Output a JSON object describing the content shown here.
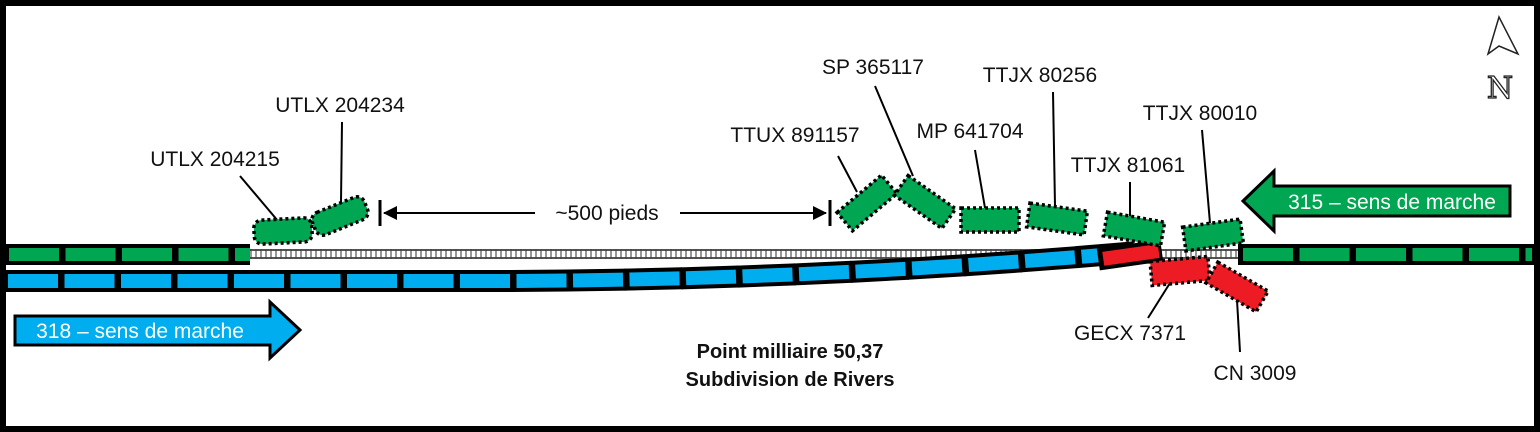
{
  "colors": {
    "green": "#00a651",
    "blue": "#00aeef",
    "red": "#ed1c24"
  },
  "compass": {
    "letter": "N",
    "icon": "north-arrow-icon"
  },
  "distance_label": "~500 pieds",
  "direction_315": "315 – sens de marche",
  "direction_318": "318 – sens de marche",
  "location": {
    "line1": "Point milliaire 50,37",
    "line2": "Subdivision de Rivers"
  },
  "derailed_cars": [
    {
      "id": "UTLX 204215",
      "color": "green"
    },
    {
      "id": "UTLX 204234",
      "color": "green"
    },
    {
      "id": "TTUX 891157",
      "color": "green"
    },
    {
      "id": "SP 365117",
      "color": "green"
    },
    {
      "id": "MP 641704",
      "color": "green"
    },
    {
      "id": "TTJX 80256",
      "color": "green"
    },
    {
      "id": "TTJX 81061",
      "color": "green"
    },
    {
      "id": "TTJX 80010",
      "color": "green"
    },
    {
      "id": "GECX 7371",
      "color": "red"
    },
    {
      "id": "CN 3009",
      "color": "red"
    }
  ]
}
